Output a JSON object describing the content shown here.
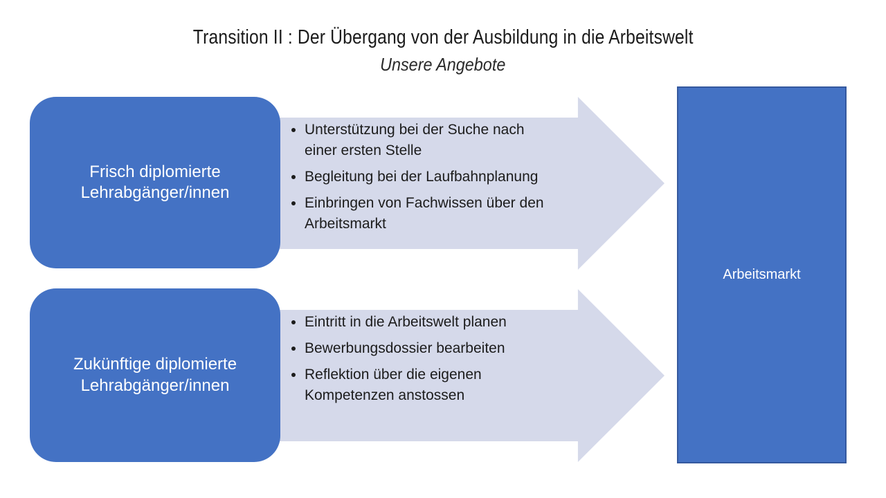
{
  "title": "Transition II : Der Übergang von der Ausbildung in die Arbeitswelt",
  "subtitle": "Unsere Angebote",
  "rows": [
    {
      "source_label": "Frisch diplomierte Lehrabgänger/innen",
      "bullets": [
        "Unterstützung bei der Suche nach einer ersten Stelle",
        "Begleitung bei der Laufbahnplanung",
        "Einbringen von Fachwissen über den Arbeitsmarkt"
      ]
    },
    {
      "source_label": "Zukünftige diplomierte Lehrabgänger/innen",
      "bullets": [
        "Eintritt in die Arbeitswelt planen",
        "Bewerbungsdossier bearbeiten",
        "Reflektion über die eigenen Kompetenzen anstossen"
      ]
    }
  ],
  "target_label": "Arbeitsmarkt",
  "colors": {
    "primary_blue": "#4472C4",
    "target_border": "#35599E",
    "arrow_fill": "#D5D9EA",
    "body_text": "#1c1c1c",
    "title_text": "#1b1b1b",
    "box_text": "#ffffff"
  }
}
